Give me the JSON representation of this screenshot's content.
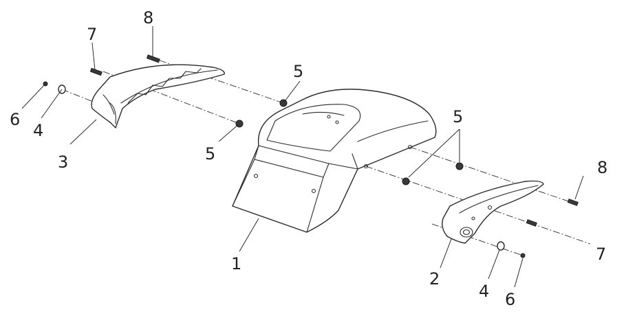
{
  "diagram": {
    "callouts": {
      "c1": "1",
      "c2": "2",
      "c3": "3",
      "c4a": "4",
      "c4b": "4",
      "c5a": "5",
      "c5b": "5",
      "c5c": "5",
      "c6a": "6",
      "c6b": "6",
      "c7a": "7",
      "c7b": "7",
      "c8a": "8",
      "c8b": "8"
    }
  }
}
